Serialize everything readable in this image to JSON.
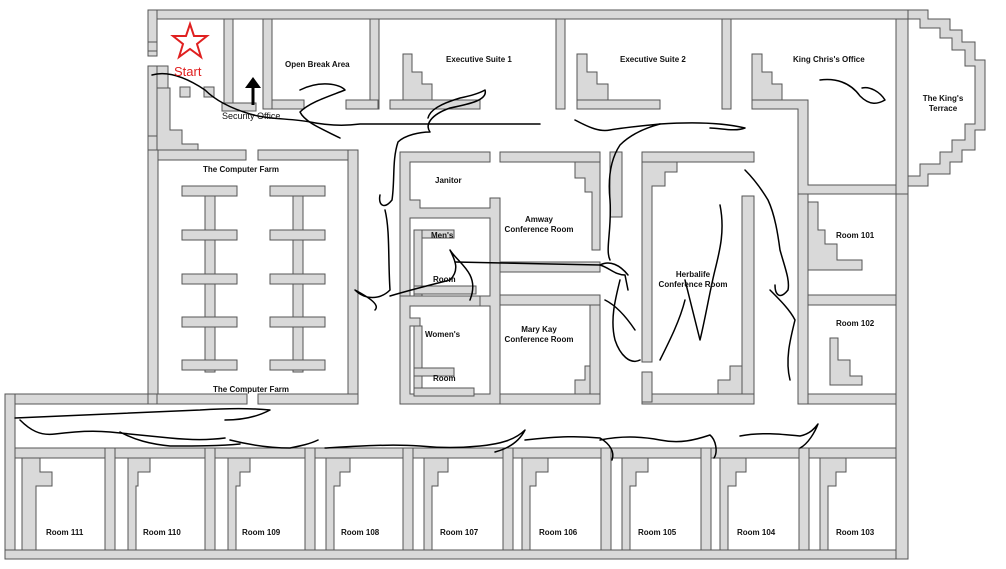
{
  "map": {
    "start_label": "Start",
    "colors": {
      "wall": "#d9d9d9",
      "wall_stroke": "#555555",
      "path": "#000000",
      "start": "#e02020"
    },
    "labels": {
      "open_break_area": "Open Break Area",
      "executive_suite_1": "Executive Suite 1",
      "executive_suite_2": "Executive Suite 2",
      "king_office": "King Chris's Office",
      "kings_terrace": "The King's Terrace",
      "security_office": "Security Office",
      "computer_farm_top": "The Computer Farm",
      "computer_farm_bottom": "The Computer Farm",
      "janitor": "Janitor",
      "mens": "Men's",
      "mens_room": "Room",
      "womens": "Women's",
      "womens_room": "Room",
      "amway": "Amway Conference Room",
      "mary_kay": "Mary Kay Conference Room",
      "herbalife": "Herbalife Conference Room",
      "room_101": "Room 101",
      "room_102": "Room 102",
      "room_103": "Room 103",
      "room_104": "Room 104",
      "room_105": "Room 105",
      "room_106": "Room 106",
      "room_107": "Room 107",
      "room_108": "Room 108",
      "room_109": "Room 109",
      "room_110": "Room 110",
      "room_111": "Room 111"
    }
  }
}
